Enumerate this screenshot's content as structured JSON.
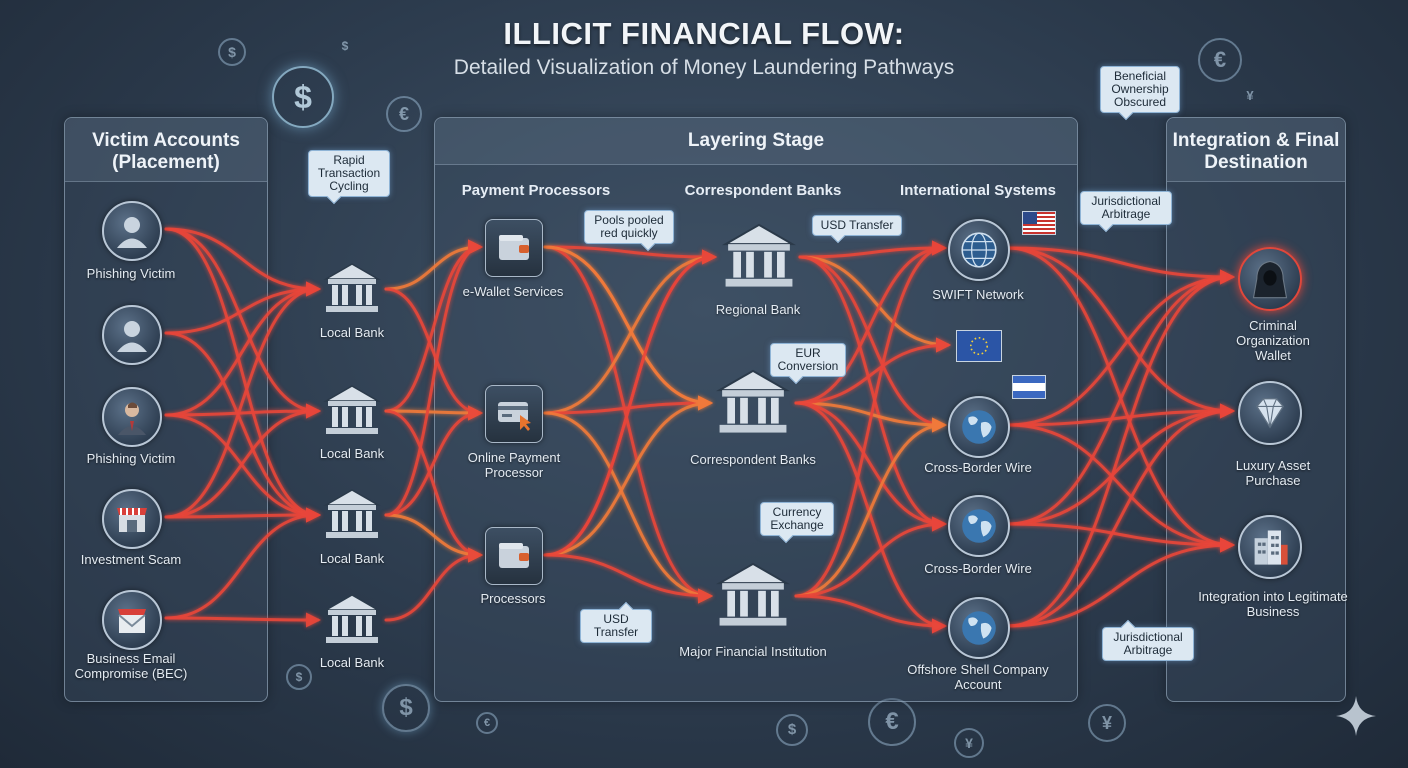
{
  "title": "ILLICIT FINANCIAL FLOW:",
  "subtitle": "Detailed Visualization of Money Laundering Pathways",
  "panels": {
    "placement": "Victim Accounts (Placement)",
    "layering": "Layering Stage",
    "integration": "Integration & Final Destination"
  },
  "columns": {
    "processors": "Payment Processors",
    "correspondent": "Correspondent Banks",
    "international": "International Systems"
  },
  "victims": [
    {
      "label": "Phishing Victim",
      "icon": "person-icon"
    },
    {
      "label": "",
      "icon": "person-icon"
    },
    {
      "label": "Phishing Victim",
      "icon": "businessman-icon"
    },
    {
      "label": "Investment Scam",
      "icon": "storefront-icon"
    },
    {
      "label": "Business Email Compromise (BEC)",
      "icon": "envelope-icon"
    }
  ],
  "local_banks": [
    "Local Bank",
    "Local Bank",
    "Local Bank",
    "Local Bank"
  ],
  "processors": [
    "e-Wallet Services",
    "Online Payment Processor",
    "Processors"
  ],
  "correspondent_banks": [
    "Regional Bank",
    "Correspondent Banks",
    "Major Financial Institution"
  ],
  "international": [
    "SWIFT Network",
    "Cross-Border Wire",
    "Cross-Border Wire",
    "Offshore Shell Company Account"
  ],
  "destinations": [
    "Criminal Organization Wallet",
    "Luxury Asset Purchase",
    "Integration into Legitimate Business"
  ],
  "callouts": {
    "rapid": "Rapid Transaction Cycling",
    "pools": "Pools pooled red quickly",
    "usd_top": "USD Transfer",
    "eur": "EUR Conversion",
    "currency": "Currency Exchange",
    "usd_bottom": "USD Transfer",
    "beneficial": "Beneficial Ownership Obscured",
    "arbitrage_top": "Jurisdictional Arbitrage",
    "arbitrage_bottom": "Jurisdictional Arbitrage"
  },
  "flags": [
    "us-flag",
    "eu-flag",
    "honduras-flag"
  ],
  "coins": [
    "$",
    "$",
    "$",
    "€",
    "€",
    "¥",
    "$",
    "$",
    "€",
    "€",
    "¥",
    "¥",
    "$"
  ],
  "colors": {
    "flow_red": "#e8463a",
    "flow_orange": "#f07a3a",
    "accent_blue": "#8fb4d6"
  }
}
